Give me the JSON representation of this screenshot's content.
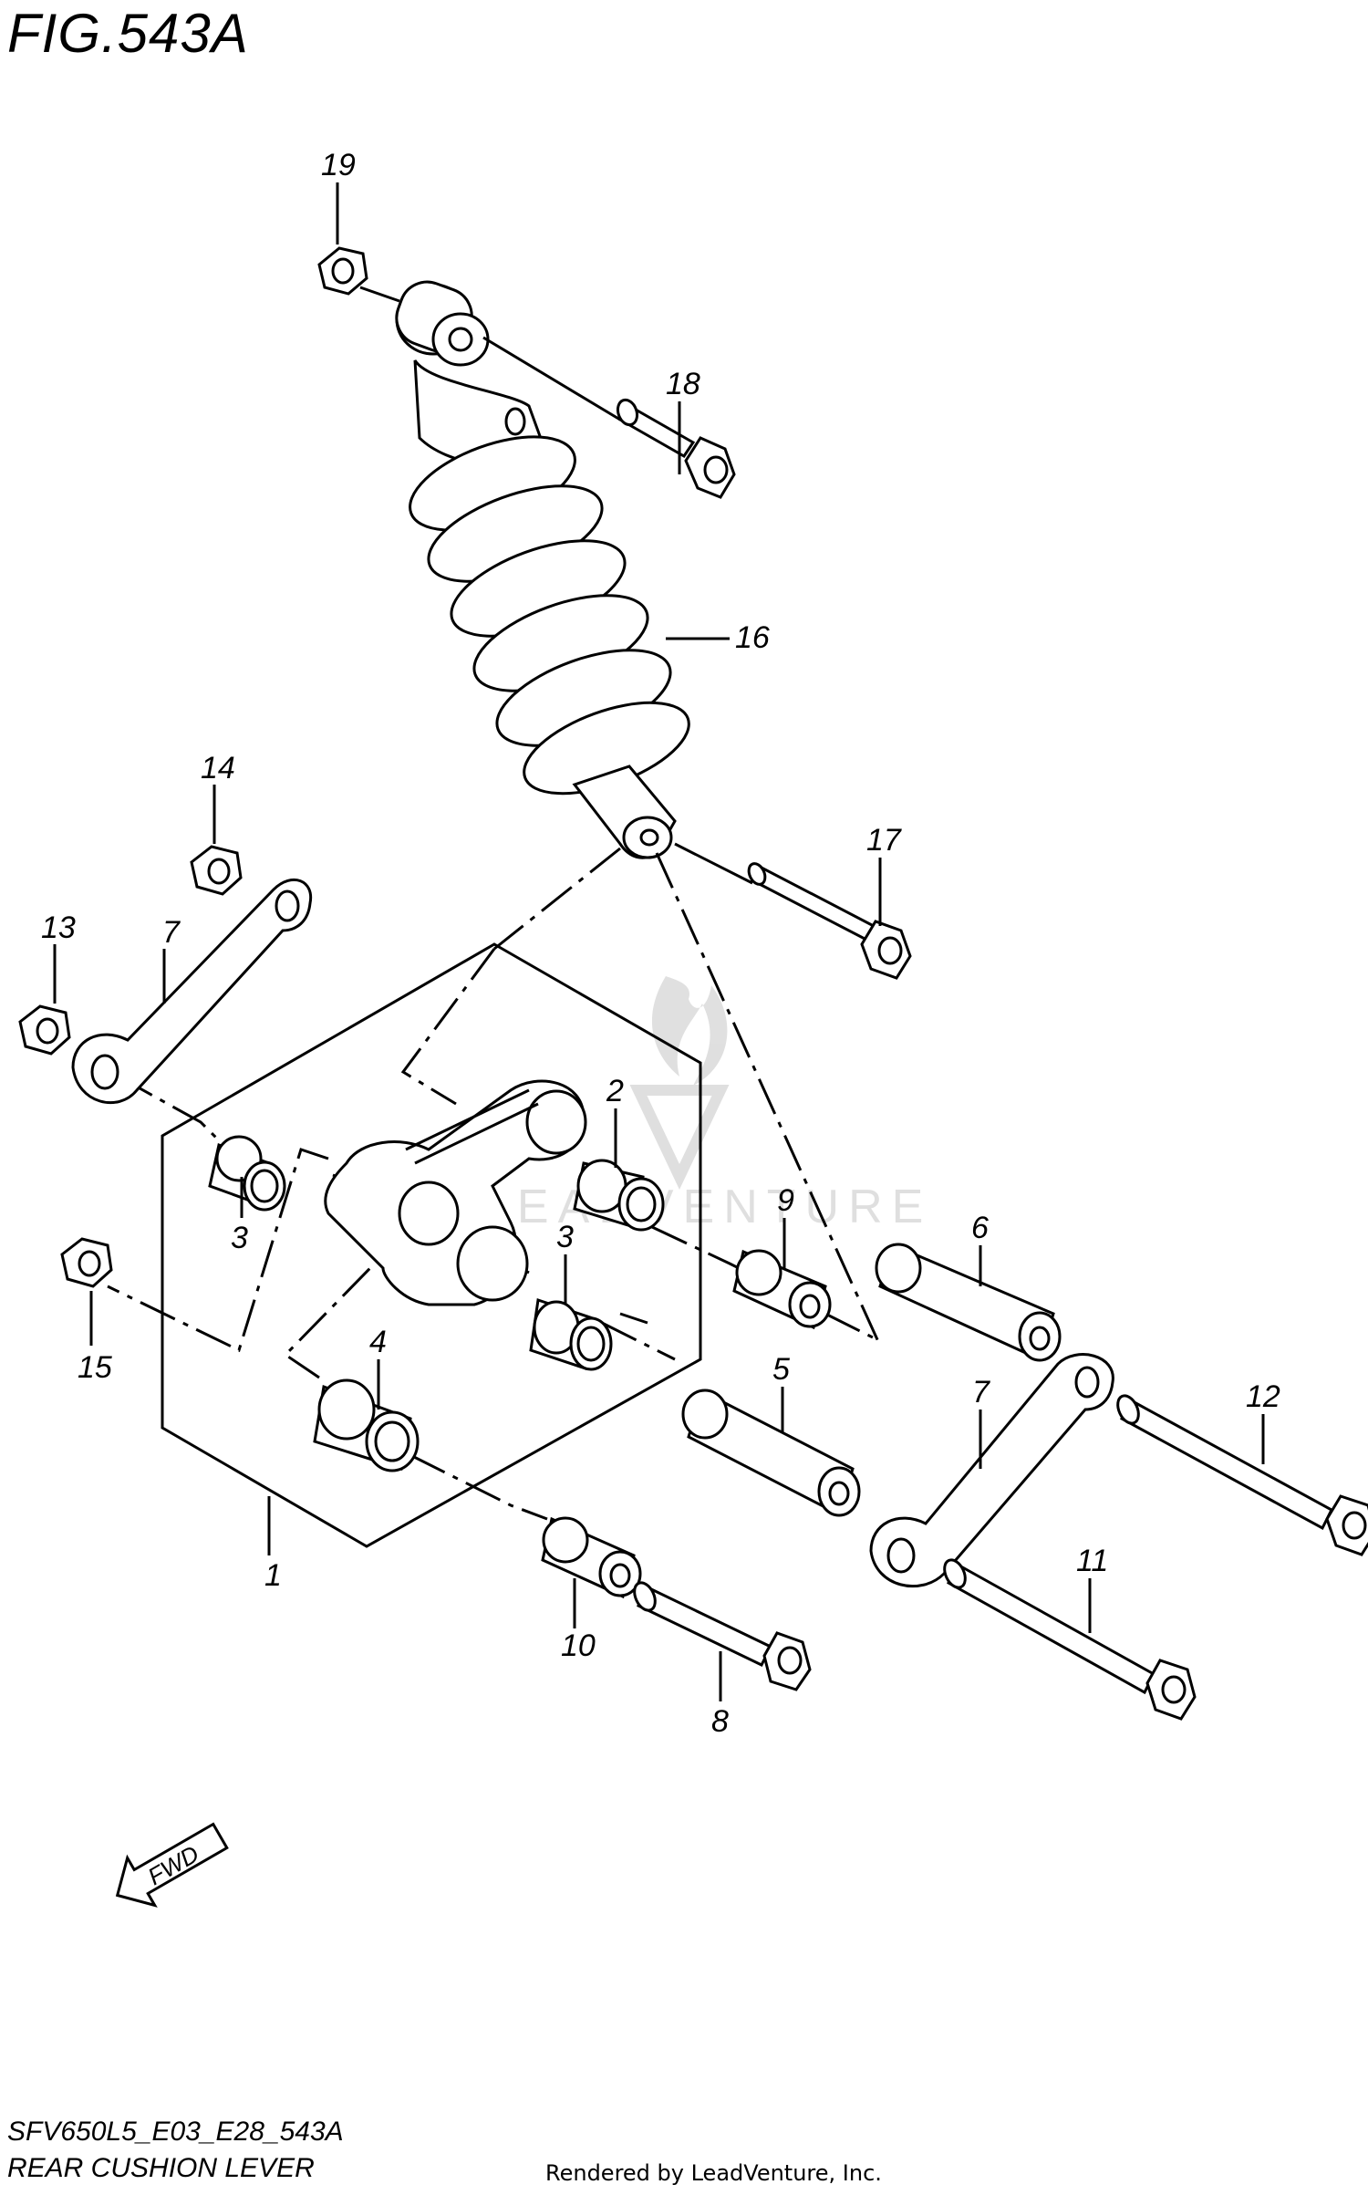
{
  "figure": {
    "title": "FIG.543A",
    "model_code": "SFV650L5_E03_E28_543A",
    "caption": "REAR CUSHION LEVER",
    "credit": "Rendered by LeadVenture, Inc.",
    "watermark": "LEADVENTURE",
    "fwd_label": "FWD"
  },
  "callouts": [
    "19",
    "18",
    "16",
    "14",
    "13",
    "7",
    "17",
    "2",
    "9",
    "6",
    "3",
    "3",
    "15",
    "4",
    "5",
    "12",
    "7",
    "1",
    "11",
    "10",
    "8"
  ]
}
